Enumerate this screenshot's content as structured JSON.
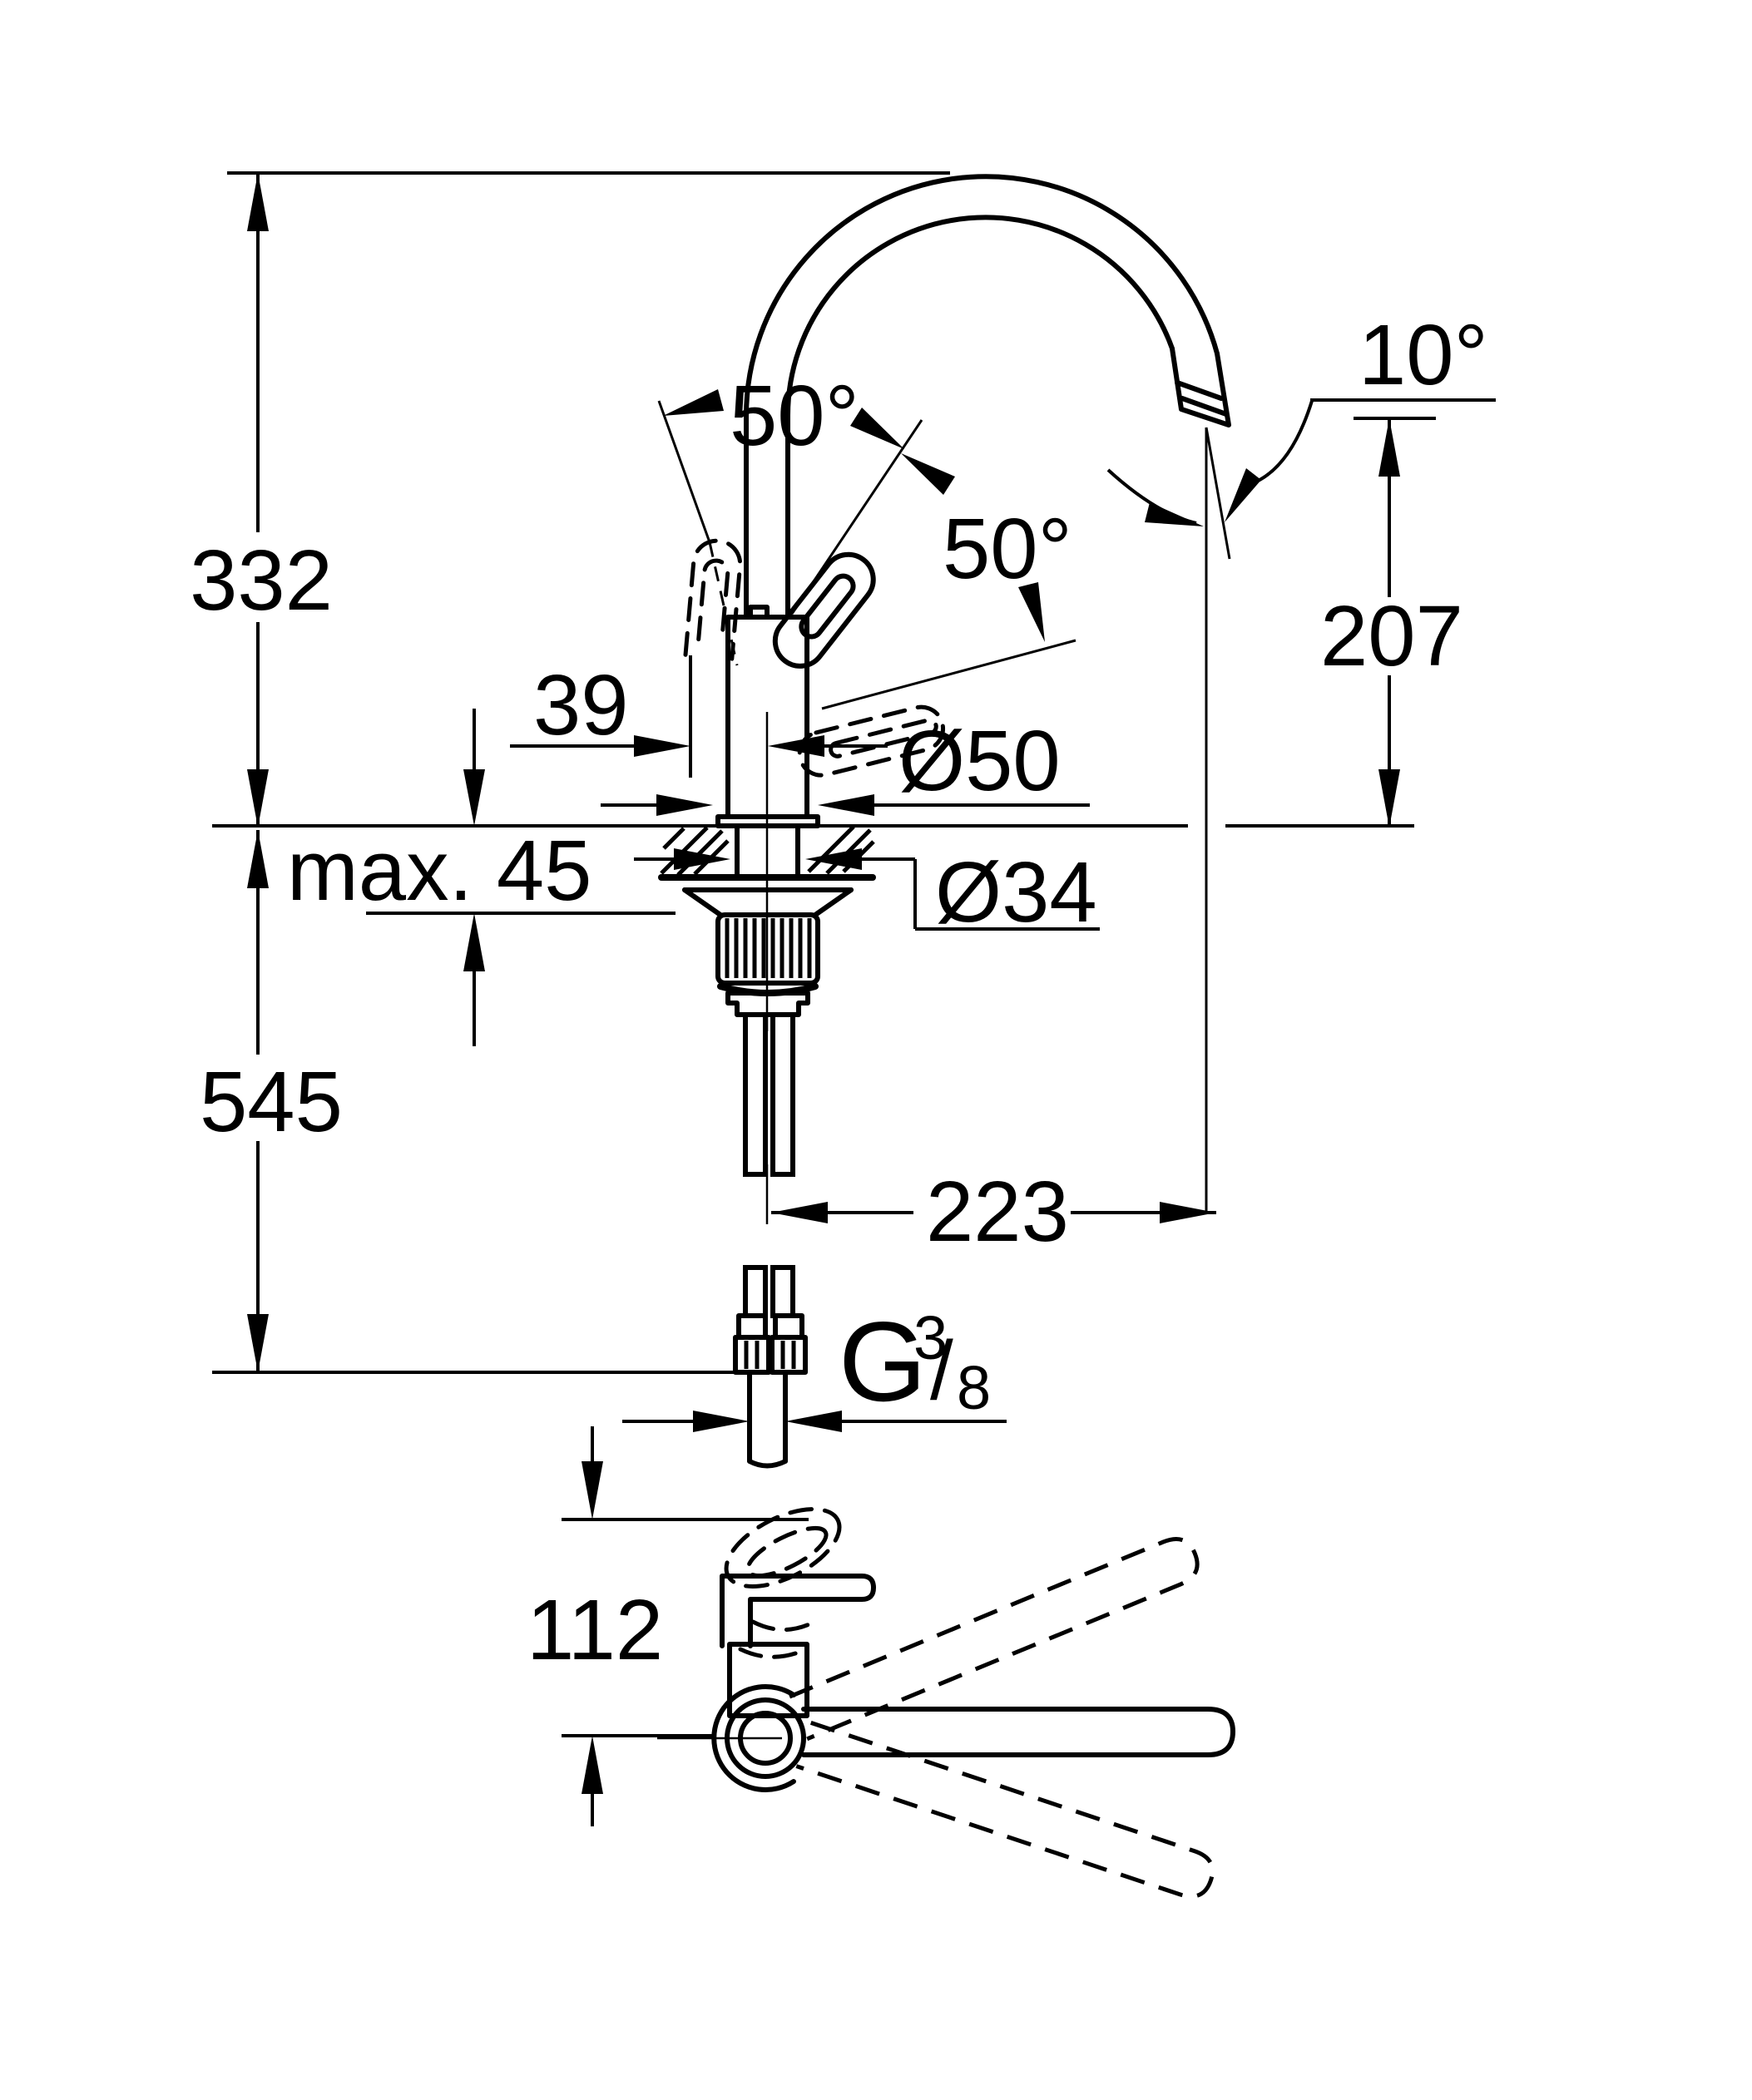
{
  "colors": {
    "ink": "#000000",
    "bg": "#ffffff"
  },
  "front_view": {
    "dimensions": {
      "overall_height": "332",
      "below_deck_height": "545",
      "max_deck_thickness": "max. 45",
      "handle_projection": "39",
      "base_diameter": "Ø50",
      "shank_diameter": "Ø34",
      "spout_outlet_height": "207",
      "spout_reach": "223",
      "outlet_angle": "10°",
      "handle_open_angle": "50°",
      "handle_travel_angle": "50°",
      "thread": {
        "prefix": "G",
        "numerator": "3",
        "slash": "/",
        "denominator": "8"
      }
    }
  },
  "top_view": {
    "dimensions": {
      "body_depth": "112"
    }
  }
}
